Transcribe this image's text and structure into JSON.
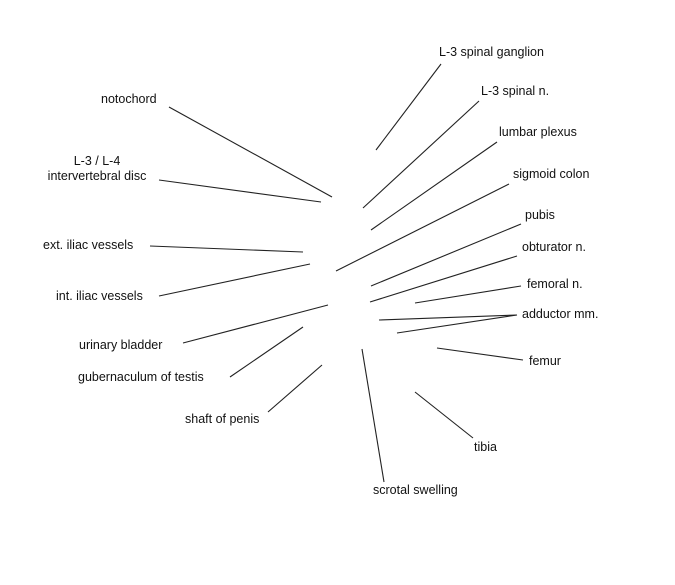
{
  "labels": {
    "l3_spinal_ganglion": "L-3 spinal ganglion",
    "l3_spinal_n": "L-3 spinal n.",
    "lumbar_plexus": "lumbar plexus",
    "sigmoid_colon": "sigmoid colon",
    "pubis": "pubis",
    "obturator_n": "obturator n.",
    "femoral_n": "femoral n.",
    "adductor_mm": "adductor mm.",
    "femur": "femur",
    "tibia": "tibia",
    "scrotal_swelling": "scrotal swelling",
    "notochord": "notochord",
    "disc_line1": "L-3 / L-4",
    "disc_line2": "intervertebral disc",
    "ext_iliac_vessels": "ext. iliac vessels",
    "int_iliac_vessels": "int. iliac vessels",
    "urinary_bladder": "urinary bladder",
    "gubernaculum_of_testis": "gubernaculum of testis",
    "shaft_of_penis": "shaft of penis"
  }
}
